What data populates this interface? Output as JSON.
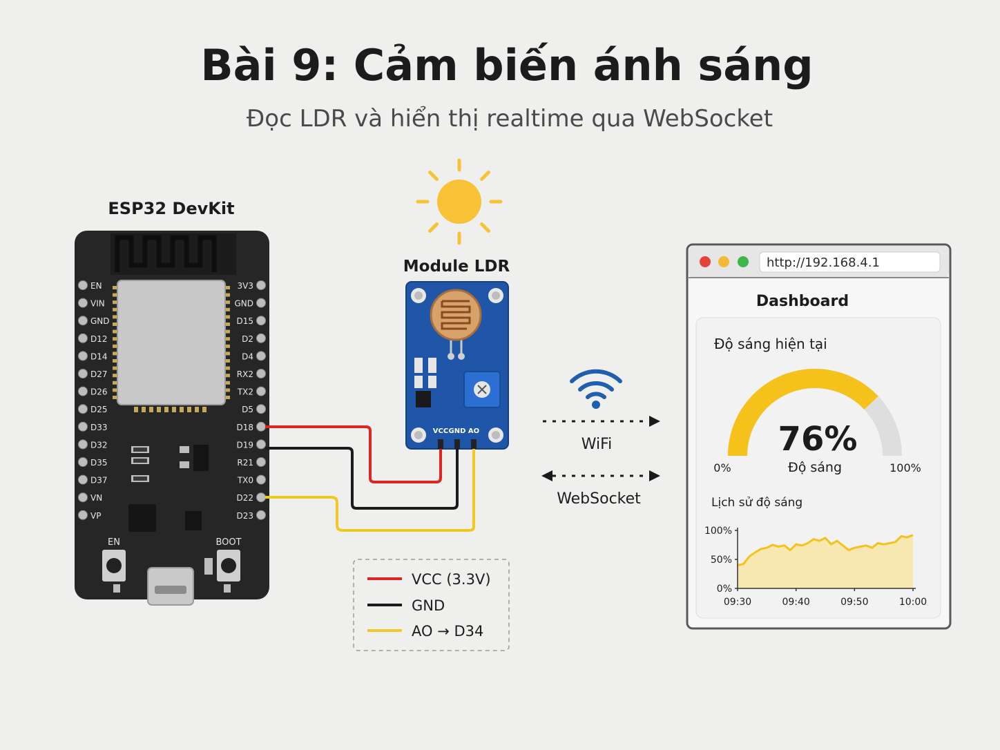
{
  "title": "Bài 9: Cảm biến ánh sáng",
  "subtitle": "Đọc LDR và hiển thị realtime qua WebSocket",
  "esp32": {
    "label": "ESP32 DevKit",
    "left_pins": [
      "EN",
      "VIN",
      "GND",
      "D12",
      "D14",
      "D27",
      "D26",
      "D25",
      "D33",
      "D32",
      "D35",
      "D37",
      "VN",
      "VP"
    ],
    "right_pins": [
      "3V3",
      "GND",
      "D15",
      "D2",
      "D4",
      "RX2",
      "TX2",
      "D5",
      "D18",
      "D19",
      "R21",
      "TX0",
      "D22",
      "D23"
    ],
    "button_en": "EN",
    "button_boot": "BOOT"
  },
  "ldr": {
    "label": "Module LDR",
    "pins": [
      "VCC",
      "GND",
      "AO"
    ]
  },
  "links": {
    "wifi": "WiFi",
    "websocket": "WebSocket"
  },
  "legend": {
    "items": [
      {
        "label": "VCC (3.3V)",
        "color": "#e02424"
      },
      {
        "label": "GND",
        "color": "#1a1a1a"
      },
      {
        "label": "AO → D34",
        "color": "#f2c824"
      }
    ]
  },
  "browser": {
    "url": "http://192.168.4.1",
    "heading": "Dashboard",
    "gauge": {
      "label": "Độ sáng hiện tại",
      "value": 76,
      "value_text": "76%",
      "caption": "Độ sáng",
      "min_label": "0%",
      "max_label": "100%"
    },
    "history_label": "Lịch sử độ sáng"
  },
  "colors": {
    "wire_vcc": "#e02424",
    "wire_gnd": "#1a1a1a",
    "wire_ao": "#f2c824",
    "gauge_fill": "#f5c21b",
    "gauge_track": "#dedede",
    "pcb_blue": "#1f56a8",
    "wifi_blue": "#1f5fae",
    "sun": "#f7c235"
  },
  "chart_data": {
    "type": "area",
    "title": "Lịch sử độ sáng",
    "xlabel": "",
    "ylabel": "",
    "x_ticks": [
      "09:30",
      "09:40",
      "09:50",
      "10:00"
    ],
    "y_ticks": [
      "0%",
      "50%",
      "100%"
    ],
    "ylim": [
      0,
      100
    ],
    "xlim": [
      0,
      30
    ],
    "x": [
      0,
      1,
      2,
      3,
      4,
      5,
      6,
      7,
      8,
      9,
      10,
      11,
      12,
      13,
      14,
      15,
      16,
      17,
      18,
      19,
      20,
      21,
      22,
      23,
      24,
      25,
      26,
      27,
      28,
      29,
      30
    ],
    "values": [
      40,
      42,
      55,
      62,
      68,
      70,
      75,
      72,
      74,
      66,
      76,
      74,
      78,
      85,
      82,
      87,
      76,
      82,
      74,
      66,
      70,
      72,
      74,
      70,
      78,
      76,
      78,
      80,
      90,
      88,
      92
    ],
    "grid": false
  }
}
